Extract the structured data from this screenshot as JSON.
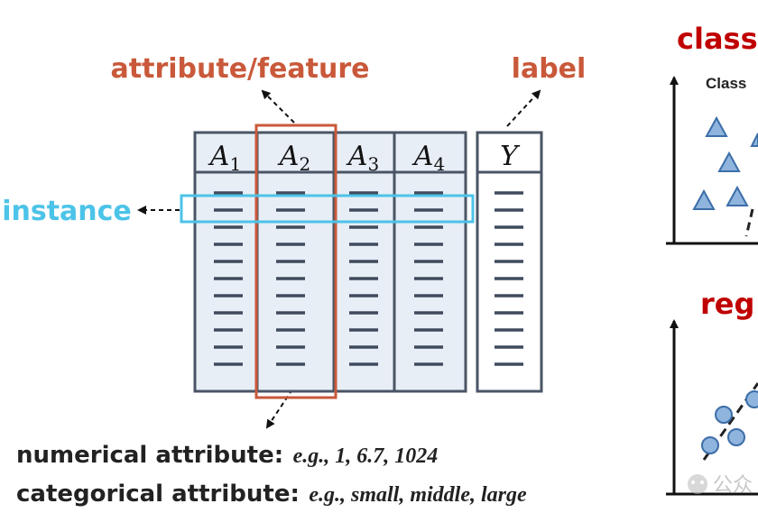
{
  "labels": {
    "attribute_feature": "attribute/feature",
    "label": "label",
    "instance": "instance"
  },
  "table": {
    "columns": [
      {
        "letter": "A",
        "sub": "1"
      },
      {
        "letter": "A",
        "sub": "2"
      },
      {
        "letter": "A",
        "sub": "3"
      },
      {
        "letter": "A",
        "sub": "4"
      }
    ],
    "label_column": "Y",
    "row_count": 11
  },
  "notes": {
    "numerical_title": "numerical attribute",
    "numerical_sep": ":",
    "numerical_example": "e.g., 1, 6.7, 1024",
    "categorical_title": "categorical attribute",
    "categorical_sep": ":",
    "categorical_example": "e.g., small, middle, large"
  },
  "right_panels": {
    "classification_title": "class",
    "class_axis_label": "Class",
    "regression_title": "reg"
  },
  "watermark": "公众",
  "colors": {
    "frame": "#4a5566",
    "cell_fill": "#e8eef6",
    "dash": "#3f4b5d",
    "highlight_column": "#c9593a",
    "highlight_row": "#4cc3e8",
    "title_red": "#c9593a",
    "dark_red": "#c00000",
    "point_fill": "#8fb4dd",
    "point_stroke": "#3c6ea8"
  }
}
